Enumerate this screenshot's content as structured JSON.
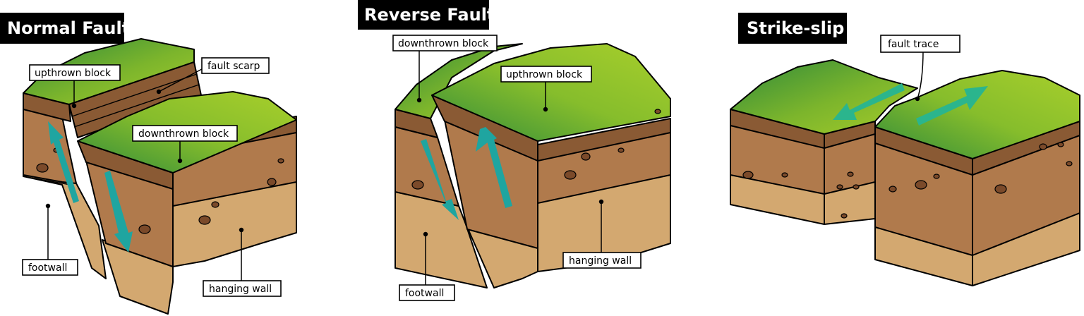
{
  "colors": {
    "grass_light": "#9dc62a",
    "grass_dark": "#2f8a3a",
    "topsoil": "#8a5a34",
    "soil": "#b07a4c",
    "soil_dark": "#8f5f38",
    "sand": "#d3a870",
    "sand_dark": "#b88d58",
    "arrow": "#1fa5a0",
    "arrow_light": "#2bb58d",
    "pebble": "#7b4a2a"
  },
  "panels": [
    {
      "title": "Normal Fault",
      "labels": {
        "upthrown": "upthrown block",
        "scarp": "fault scarp",
        "downthrown": "downthrown block",
        "footwall": "footwall",
        "hanging": "hanging wall"
      }
    },
    {
      "title": "Reverse Fault",
      "labels": {
        "downthrown": "downthrown block",
        "upthrown": "upthrown block",
        "hanging": "hanging wall",
        "footwall": "footwall"
      }
    },
    {
      "title": "Strike-slip",
      "labels": {
        "trace": "fault trace"
      }
    }
  ]
}
